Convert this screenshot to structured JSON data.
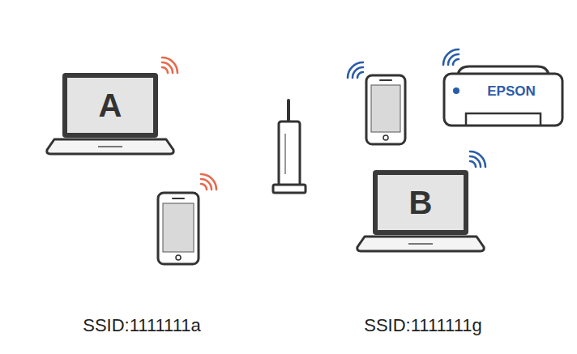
{
  "diagram": {
    "nodes": [
      {
        "text": [
          "SSID:1111111a"
        ]
      },
      {
        "text": [
          "A"
        ],
        "in": 0
      },
      {
        "text": [
          "SSID:1111111g"
        ]
      },
      {
        "text": [
          "EPSON"
        ],
        "in": 2
      },
      {
        "text": [
          "B"
        ],
        "in": 2
      }
    ]
  }
}
